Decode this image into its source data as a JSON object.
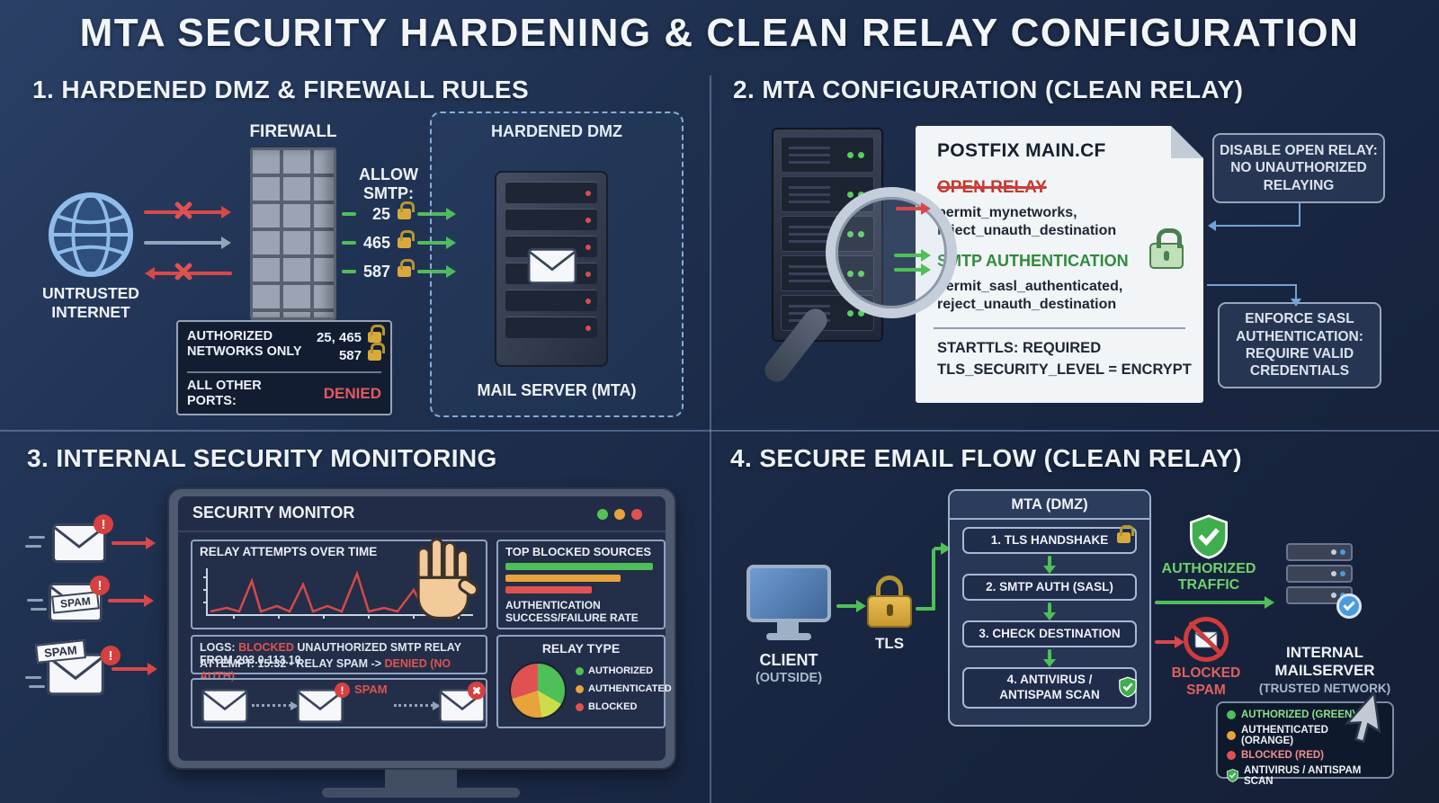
{
  "title": "MTA SECURITY HARDENING & CLEAN RELAY CONFIGURATION",
  "colors": {
    "green": "#4fbf57",
    "orange": "#e8a33d",
    "red": "#e05252",
    "slate": "#55617b",
    "blue": "#6fa3d8",
    "gold": "#d9a93c"
  },
  "q1": {
    "heading": "1. HARDENED DMZ & FIREWALL RULES",
    "untrusted_label": "UNTRUSTED\nINTERNET",
    "firewall_label": "FIREWALL",
    "allow_smtp_label": "ALLOW\nSMTP:",
    "ports": [
      "25",
      "465",
      "587"
    ],
    "dmz_label": "HARDENED DMZ",
    "mail_server_label": "MAIL SERVER (MTA)",
    "rules_box": {
      "authorized_label": "AUTHORIZED\nNETWORKS ONLY",
      "authorized_ports_line1": "25, 465",
      "authorized_ports_line2": "587",
      "other_ports_label": "ALL OTHER\nPORTS:",
      "denied_label": "DENIED"
    }
  },
  "q2": {
    "heading": "2. MTA CONFIGURATION (CLEAN RELAY)",
    "document": {
      "title": "POSTFIX MAIN.CF",
      "open_relay_label": "OPEN RELAY",
      "config_line1": "permit_mynetworks,",
      "config_line2": "reject_unauth_destination",
      "smtp_auth_label": "SMTP AUTHENTICATION",
      "config_line3": "permit_sasl_authenticated,",
      "config_line4": "reject_unauth_destination",
      "starttls_line": "STARTTLS: REQUIRED",
      "tls_line": "TLS_SECURITY_LEVEL = ENCRYPT"
    },
    "callout_open_relay": "DISABLE OPEN RELAY:\nNO UNAUTHORIZED\nRELAYING",
    "callout_sasl": "ENFORCE SASL\nAUTHENTICATION:\nREQUIRE VALID\nCREDENTIALS"
  },
  "q3": {
    "heading": "3. INTERNAL SECURITY MONITORING",
    "monitor_title": "SECURITY MONITOR",
    "badge_glyph": "!",
    "spam_label": "SPAM",
    "relay_attempts_title": "RELAY ATTEMPTS OVER TIME",
    "blocked_sources_title": "TOP BLOCKED SOURCES",
    "auth_rate_label": "AUTHENTICATION\nSUCCESS/FAILURE RATE",
    "log_line1_prefix": "LOGS:",
    "log_line1_blocked": "BLOCKED",
    "log_line1_rest": "UNAUTHORIZED SMTP RELAY FROM 203.0.113.10",
    "log_line2_prefix": "ATTEMPT: 15:32 - RELAY SPAM ->",
    "log_line2_denied": "DENIED (NO AUTH)",
    "relay_type_title": "RELAY TYPE",
    "legend": [
      {
        "label": "AUTHORIZED",
        "color": "#4fbf57"
      },
      {
        "label": "AUTHENTICATED",
        "color": "#e8a33d"
      },
      {
        "label": "BLOCKED",
        "color": "#e05252"
      }
    ]
  },
  "q4": {
    "heading": "4. SECURE EMAIL FLOW (CLEAN RELAY)",
    "client_label": "CLIENT",
    "client_sub": "(OUTSIDE)",
    "tls_label": "TLS",
    "mta_title": "MTA (DMZ)",
    "steps": [
      "1. TLS HANDSHAKE",
      "2. SMTP AUTH (SASL)",
      "3. CHECK DESTINATION",
      "4. ANTIVIRUS /\nANTISPAM SCAN"
    ],
    "authorized_traffic": "AUTHORIZED\nTRAFFIC",
    "internal_label": "INTERNAL\nMAILSERVER",
    "internal_sub": "(TRUSTED NETWORK)",
    "blocked_spam": "BLOCKED\nSPAM",
    "legend": [
      {
        "label": "AUTHORIZED (GREEN)",
        "color": "#4fbf57",
        "text_color": "#8ce08c"
      },
      {
        "label": "AUTHENTICATED (ORANGE)",
        "color": "#e8a33d",
        "text_color": "#eef2f6"
      },
      {
        "label": "BLOCKED (RED)",
        "color": "#e05252",
        "text_color": "#f08d8d"
      },
      {
        "label": "ANTIVIRUS / ANTISPAM SCAN",
        "color": "#4fbf57",
        "text_color": "#eef2f6"
      }
    ]
  }
}
